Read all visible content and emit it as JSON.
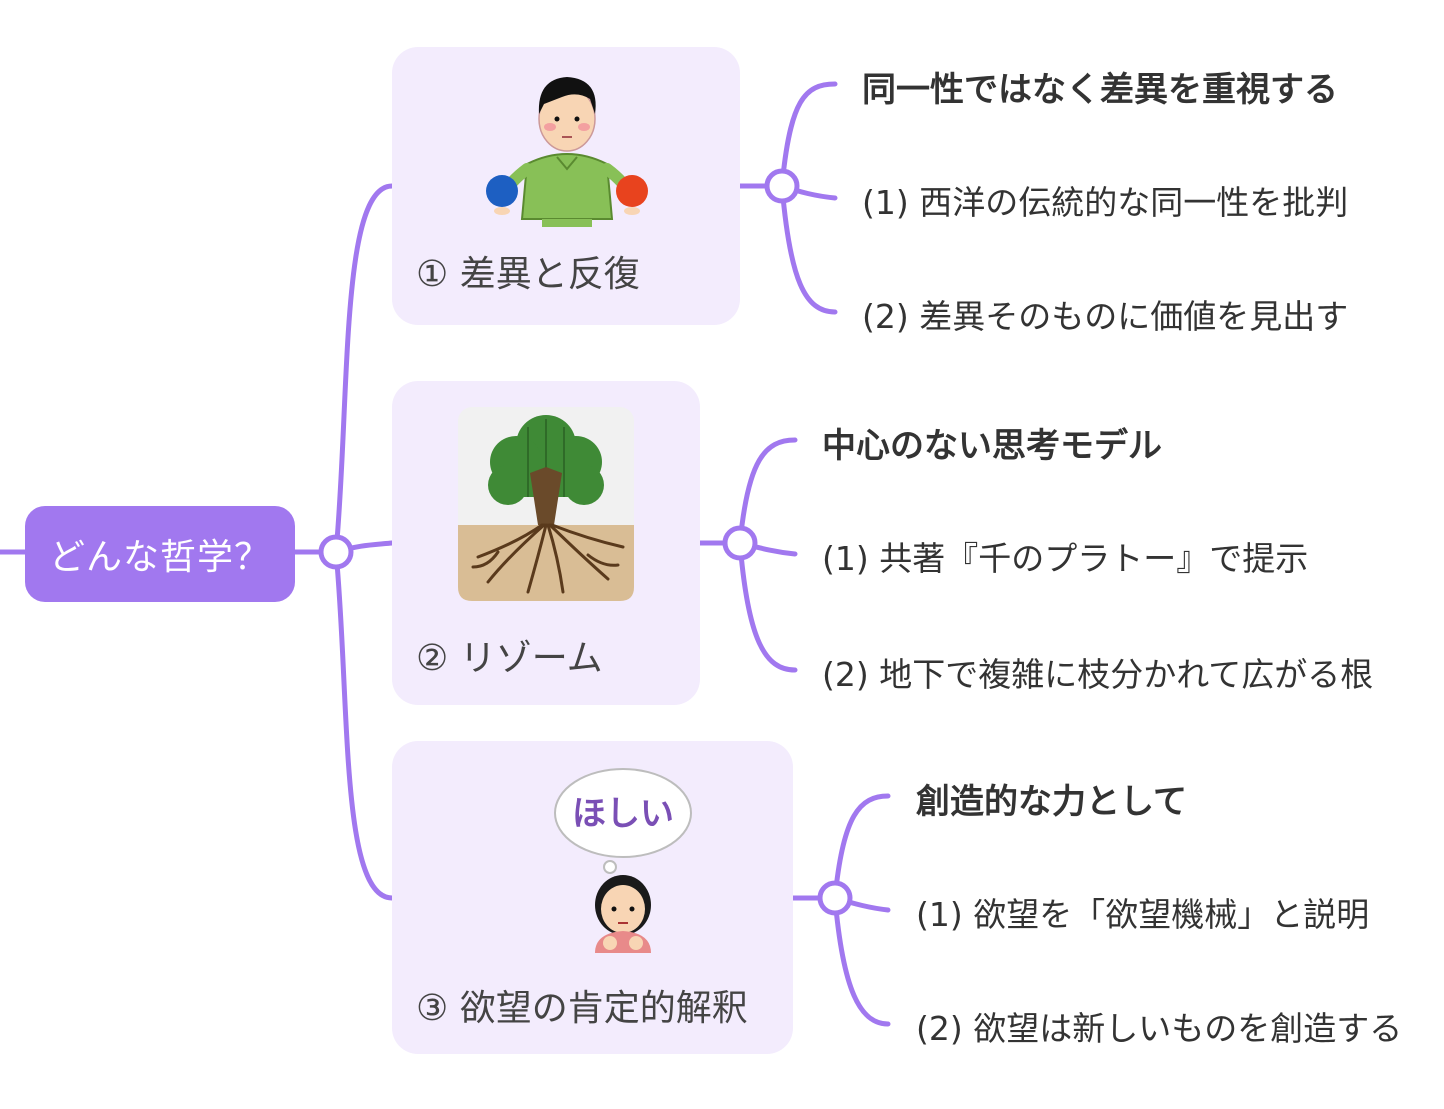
{
  "root": {
    "label": "どんな哲学？"
  },
  "branches": [
    {
      "label": "① 差異と反復",
      "icon": "man-comparing-balls",
      "heading": "同一性ではなく差異を重視する",
      "points": [
        "(1) 西洋の伝統的な同一性を批判",
        "(2) 差異そのものに価値を見出す"
      ]
    },
    {
      "label": "② リゾーム",
      "icon": "tree-with-roots",
      "heading": "中心のない思考モデル",
      "points": [
        "(1) 共著『千のプラトー』で提示",
        "(2) 地下で複雑に枝分かれて広がる根"
      ]
    },
    {
      "label": "③ 欲望の肯定的解釈",
      "icon": "woman-thinking-bubble",
      "bubble_text": "ほしい",
      "heading": "創造的な力として",
      "points": [
        "(1) 欲望を「欲望機械」と説明",
        "(2) 欲望は新しいものを創造する"
      ]
    }
  ],
  "colors": {
    "accent": "#a178ef",
    "card_bg": "#f3ecfd",
    "text": "#333333"
  }
}
